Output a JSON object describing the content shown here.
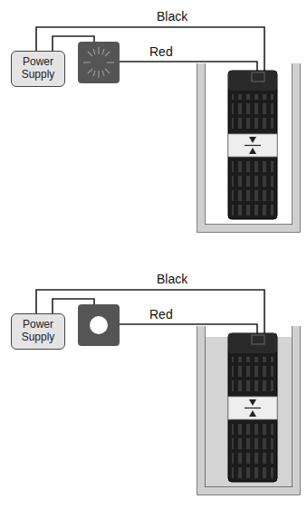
{
  "diagram": {
    "nodes": [
      {
        "text": [
          "Power Supply"
        ]
      },
      {
        "text": [
          "Power Supply"
        ]
      }
    ],
    "labels": [
      "Black",
      "Red",
      "Black",
      "Red"
    ]
  }
}
